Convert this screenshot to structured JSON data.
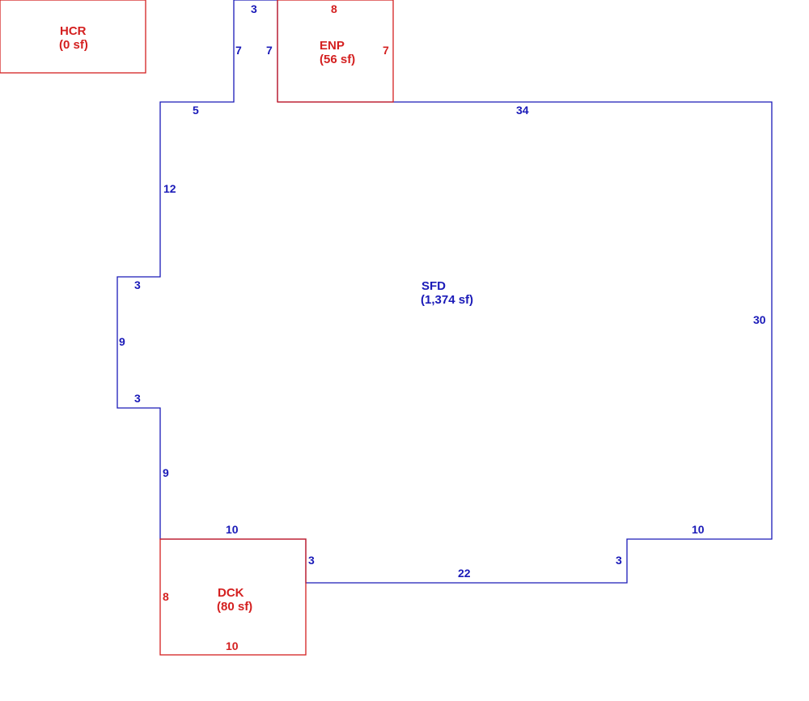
{
  "colors": {
    "main": "#1a1ab8",
    "addition": "#d42020",
    "background": "#ffffff"
  },
  "areas": {
    "sfd": {
      "name": "SFD",
      "area": "(1,374 sf)"
    },
    "hcr": {
      "name": "HCR",
      "area": "(0 sf)"
    },
    "enp": {
      "name": "ENP",
      "area": "(56 sf)"
    },
    "dck": {
      "name": "DCK",
      "area": "(80 sf)"
    }
  },
  "dimensions": {
    "sfd": {
      "top_left_stub": "5",
      "top_notch": "3",
      "notch_left": "7",
      "notch_right": "7",
      "top_right": "34",
      "left_upper": "12",
      "bump_top": "3",
      "bump_side": "9",
      "bump_bottom": "3",
      "left_lower": "9",
      "bottom_left": "10",
      "step_left": "3",
      "bottom_middle": "22",
      "step_right": "3",
      "bottom_right": "10",
      "right_side": "30"
    },
    "enp": {
      "top": "8",
      "right": "7"
    },
    "dck": {
      "left": "8",
      "bottom": "10"
    }
  }
}
